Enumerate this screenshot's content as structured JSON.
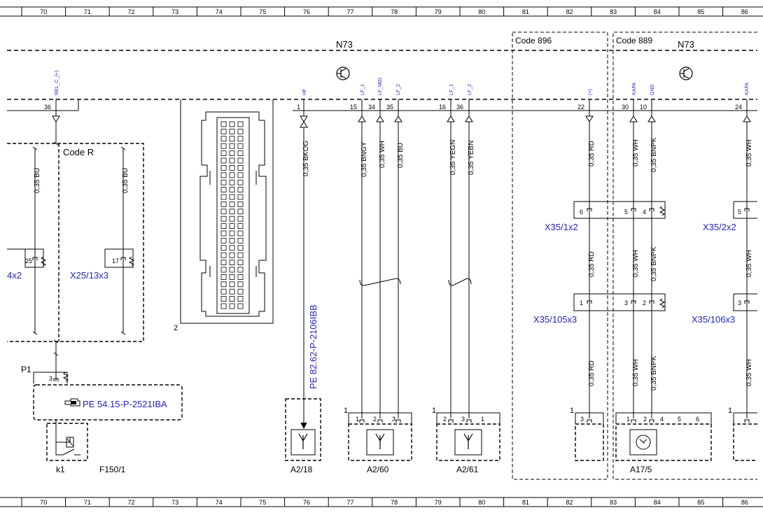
{
  "ruler": {
    "cells": [
      "70",
      "71",
      "72",
      "73",
      "74",
      "75",
      "76",
      "77",
      "78",
      "79",
      "80",
      "81",
      "82",
      "83",
      "84",
      "85",
      "86"
    ]
  },
  "blocks": {
    "n73_left": "N73",
    "n73_right": "N73",
    "code_896": "Code 896",
    "code_889": "Code 889",
    "code_r": "Code R"
  },
  "signals": {
    "rel_c": "REL_C_(+)",
    "hf": "HF",
    "lf1_a": "LF_1",
    "lf_mid": "LF_MID",
    "lf2_a": "LF_2",
    "lf1_b": "LF_1",
    "lf2_b": "LF_2",
    "plus": "(+)",
    "kapa_a": "KAPA",
    "gnd": "GND",
    "kapa_b": "KAPA"
  },
  "pins": {
    "p36": "36",
    "p1": "1",
    "p15": "15",
    "p34": "34",
    "p35": "35",
    "p16": "16",
    "p36b": "36",
    "p22": "22",
    "p30": "30",
    "p10": "10",
    "p24": "24",
    "c25": "25",
    "c17": "17",
    "c6": "6",
    "c5": "5",
    "c4": "4",
    "c5r": "5",
    "c1": "1",
    "c3": "3",
    "c2": "2",
    "c3r": "3",
    "p1_3": "3",
    "two": "2",
    "a60_1": "1",
    "a60_2": "2",
    "a60_3": "3",
    "a60_ref": "1",
    "a61_2": "2",
    "a61_3": "3",
    "a61_1": "1",
    "a61_ref": "1",
    "a17_3": "3",
    "a17_1": "1",
    "a17_2": "2",
    "a17_4": "4",
    "a17_5": "5",
    "a17_6": "6",
    "a17_ref1": "1",
    "a17_ref2": "1"
  },
  "wires": {
    "w_bu_1": "0,35 BU",
    "w_bu_2": "0,35 BU",
    "w_bkog": "0,35 BKOG",
    "w_bngy": "0,35 BNGY",
    "w_wh_1": "0,35 WH",
    "w_bu_3": "0,35 BU",
    "w_yegn": "0,35 YEGN",
    "w_yebn": "0,35 YEBN",
    "w_rd_1": "0,35 RD",
    "w_wh_2": "0,35 WH",
    "w_bnpk_1": "0,35 BNPK",
    "w_wh_3": "0,35 WH",
    "w_rd_2": "0,35 RD",
    "w_wh_4": "0,35 WH",
    "w_bnpk_2": "0,35 BNPK",
    "w_wh_5": "0,35 WH",
    "w_rd_3": "0,35 RD",
    "w_wh_6": "0,35 WH",
    "w_bnpk_3": "0,35 BNPK",
    "w_wh_7": "0,35 WH"
  },
  "connectors": {
    "x4x2": "4x2",
    "x25_13x3": "X25/13x3",
    "x35_1x2": "X35/1x2",
    "x35_2x2": "X35/2x2",
    "x35_105x3": "X35/105x3",
    "x35_106x3": "X35/106x3"
  },
  "references": {
    "pe_82": "PE 82.62-P-2106IBB",
    "pe_54": "PE 54.15-P-2521IBA"
  },
  "components": {
    "p1": "P1",
    "k1": "k1",
    "f150": "F150/1",
    "a2_18": "A2/18",
    "a2_60": "A2/60",
    "a2_61": "A2/61",
    "a17_5": "A17/5"
  },
  "colors": {
    "link_blue": "#2323c8",
    "line": "#000000"
  }
}
